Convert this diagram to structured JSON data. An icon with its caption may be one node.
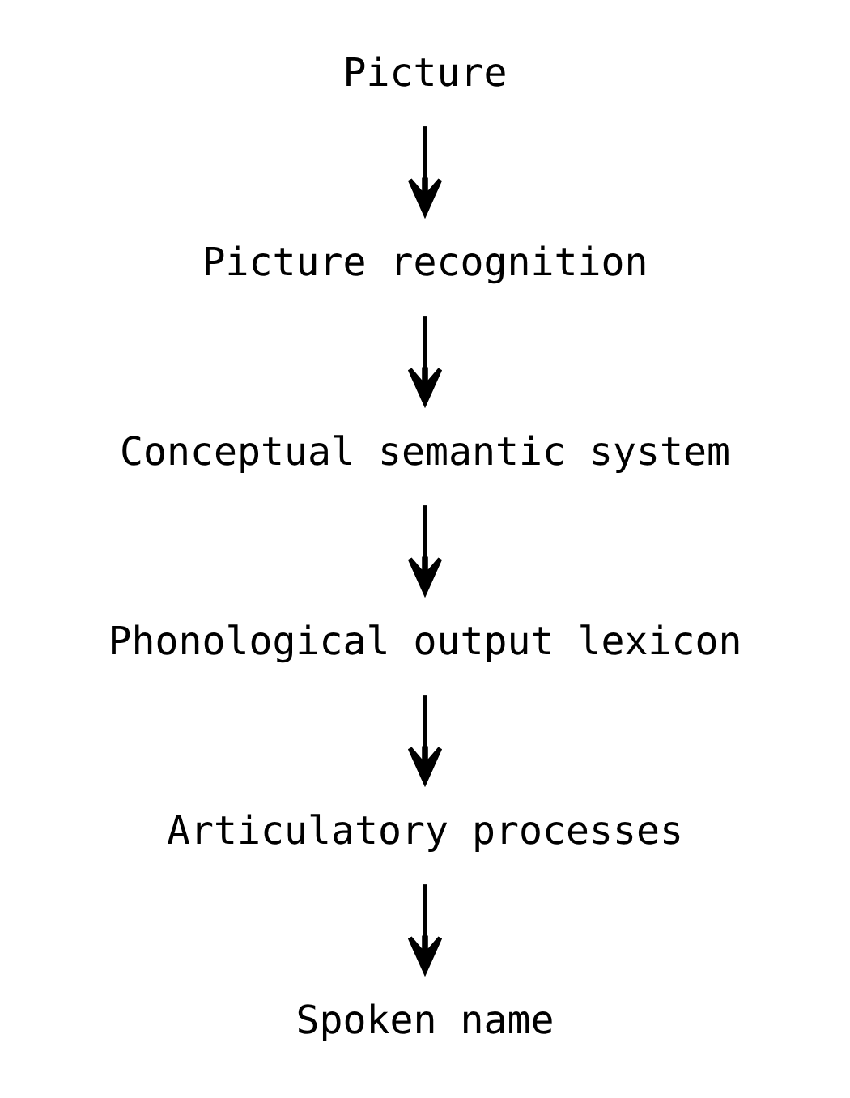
{
  "diagram": {
    "nodes": [
      {
        "text": [
          "Picture"
        ]
      },
      {
        "text": [
          "Picture recognition"
        ]
      },
      {
        "text": [
          "Conceptual semantic system"
        ]
      },
      {
        "text": [
          "Phonological output lexicon"
        ]
      },
      {
        "text": [
          "Articulatory processes"
        ]
      },
      {
        "text": [
          "Spoken name"
        ]
      }
    ],
    "edges": [
      {
        "from": 0,
        "to": 1,
        "arrow": "to"
      },
      {
        "from": 1,
        "to": 2,
        "arrow": "to"
      },
      {
        "from": 2,
        "to": 3,
        "arrow": "to"
      },
      {
        "from": 3,
        "to": 4,
        "arrow": "to"
      },
      {
        "from": 4,
        "to": 5,
        "arrow": "to"
      }
    ]
  }
}
